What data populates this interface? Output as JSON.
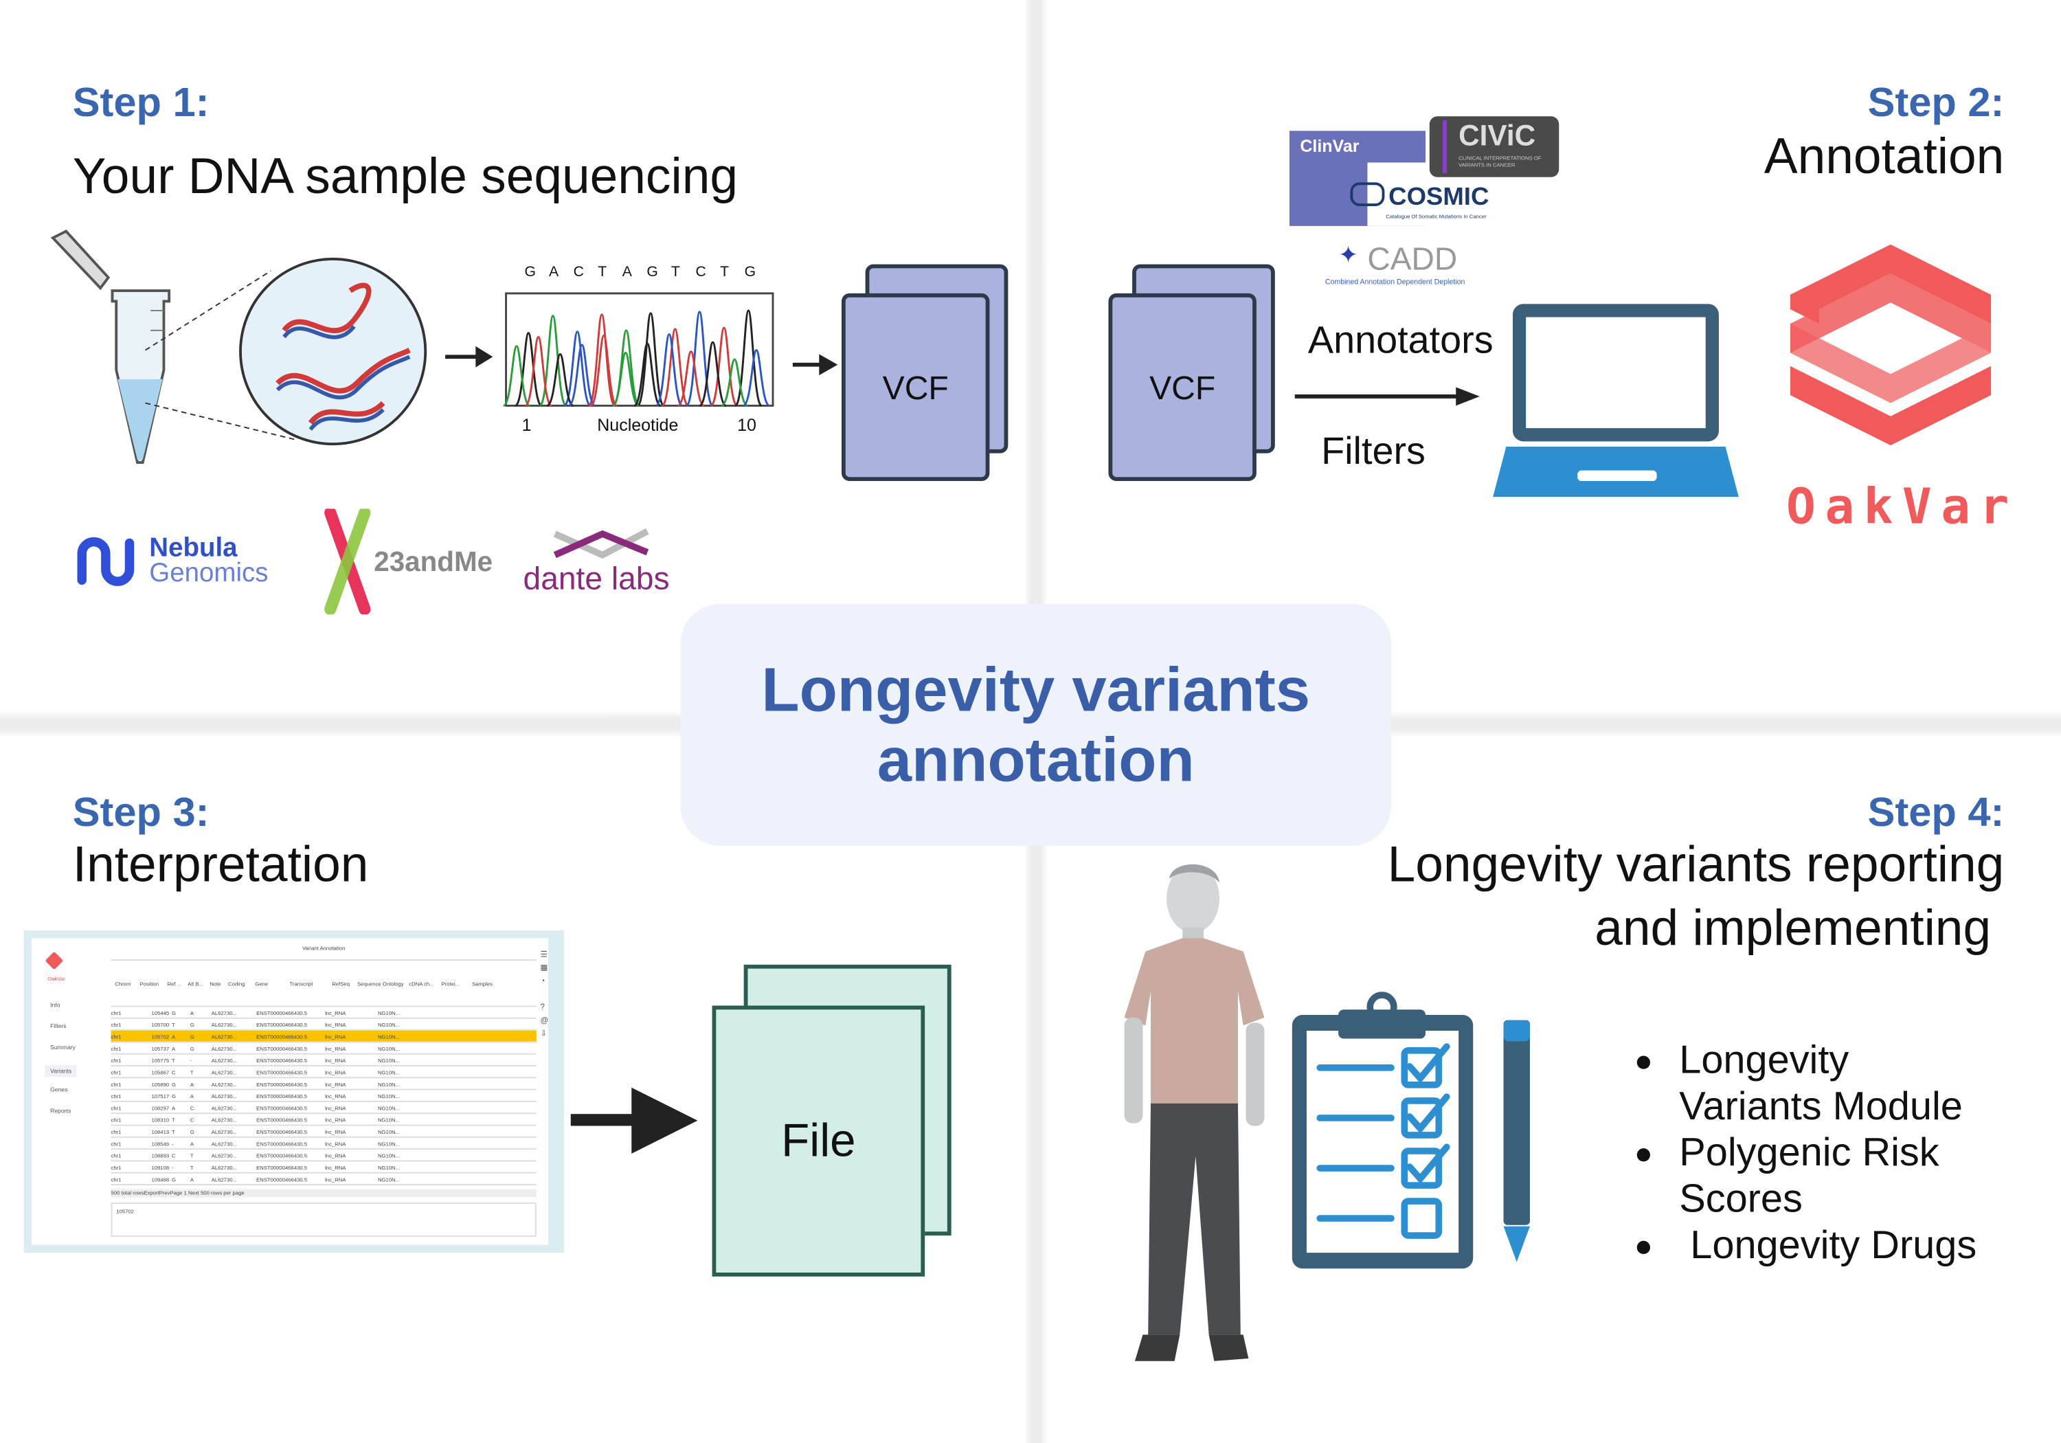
{
  "step1": {
    "label": "Step 1:",
    "title": "Your DNA sample sequencing",
    "chromatogram": {
      "bases": [
        "G",
        "A",
        "C",
        "T",
        "A",
        "G",
        "T",
        "C",
        "T",
        "G"
      ],
      "axis_start": "1",
      "axis_label": "Nucleotide",
      "axis_end": "10"
    },
    "vcf_label": "VCF",
    "providers": {
      "nebula_line1": "Nebula",
      "nebula_line2": "Genomics",
      "twentythree": "23andMe",
      "dante": "dante labs"
    }
  },
  "step2": {
    "label": "Step 2:",
    "title": "Annotation",
    "vcf_label": "VCF",
    "annotators_label": "Annotators",
    "filters_label": "Filters",
    "databases": {
      "clinvar": "ClinVar",
      "civic": "CIViC",
      "civic_sub": "Clinical Interpretations of Variants in Cancer",
      "cosmic": "COSMIC",
      "cosmic_sub": "Catalogue Of Somatic Mutations In Cancer",
      "cadd": "CADD",
      "cadd_sub": "Combined Annotation Dependent Depletion"
    },
    "oakvar_text": "OakVar",
    "oakvar_color": "#f05a5a"
  },
  "center": {
    "line1": "Longevity variants",
    "line2": "annotation",
    "color": "#3a5fa8"
  },
  "step3": {
    "label": "Step 3:",
    "title": "Interpretation",
    "file_label": "File",
    "app": {
      "logo": "OakVar",
      "sidebar": [
        "Info",
        "Filters",
        "Summary",
        "Variants",
        "Genes",
        "Reports"
      ],
      "active": "Variants",
      "table_title": "Variant Annotation",
      "columns": [
        "Chrom",
        "Position",
        "Ref ...",
        "Alt B...",
        "Note",
        "Coding",
        "Gene",
        "Transcript",
        "RefSeq",
        "Sequence Ontology",
        "cDNA ch...",
        "Protei...",
        "Samples"
      ],
      "rows": [
        [
          "chr1",
          "105445",
          "G",
          "A",
          "AL62730...",
          "ENST00000466430.5",
          "lnc_RNA",
          "NG10N..."
        ],
        [
          "chr1",
          "105700",
          "T",
          "G",
          "AL62730...",
          "ENST00000466430.5",
          "lnc_RNA",
          "NG10N..."
        ],
        [
          "chr1",
          "105702",
          "A",
          "G",
          "AL62730...",
          "ENST00000466430.5",
          "lnc_RNA",
          "NG10N..."
        ],
        [
          "chr1",
          "105737",
          "A",
          "G",
          "AL62730...",
          "ENST00000466430.5",
          "lnc_RNA",
          "NG10N..."
        ],
        [
          "chr1",
          "105775",
          "T",
          "-",
          "AL62730...",
          "ENST00000466430.5",
          "lnc_RNA",
          "NG10N..."
        ],
        [
          "chr1",
          "105867",
          "C",
          "T",
          "AL62730...",
          "ENST00000466430.5",
          "lnc_RNA",
          "NG10N..."
        ],
        [
          "chr1",
          "105890",
          "G",
          "A",
          "AL62730...",
          "ENST00000466430.5",
          "lnc_RNA",
          "NG10N..."
        ],
        [
          "chr1",
          "107517",
          "G",
          "A",
          "AL62730...",
          "ENST00000466430.5",
          "lnc_RNA",
          "NG10N..."
        ],
        [
          "chr1",
          "108297",
          "A",
          "C",
          "AL62730...",
          "ENST00000466430.5",
          "lnc_RNA",
          "NG10N..."
        ],
        [
          "chr1",
          "108310",
          "T",
          "C",
          "AL62730...",
          "ENST00000466430.5",
          "lnc_RNA",
          "NG10N..."
        ],
        [
          "chr1",
          "108413",
          "T",
          "G",
          "AL62730...",
          "ENST00000466430.5",
          "lnc_RNA",
          "NG10N..."
        ],
        [
          "chr1",
          "108546",
          "-",
          "A",
          "AL62730...",
          "ENST00000466430.5",
          "lnc_RNA",
          "NG10N..."
        ],
        [
          "chr1",
          "108893",
          "C",
          "T",
          "AL62730...",
          "ENST00000466430.5",
          "lnc_RNA",
          "NG10N..."
        ],
        [
          "chr1",
          "109108",
          "-",
          "T",
          "AL62730...",
          "ENST00000466430.5",
          "lnc_RNA",
          "NG10N..."
        ],
        [
          "chr1",
          "109488",
          "G",
          "A",
          "AL62730...",
          "ENST00000466430.5",
          "lnc_RNA",
          "NG10N..."
        ]
      ],
      "highlight_row": 2,
      "footer": "500 total rowsExportPrevPage 1   Next 500   rows per page",
      "detail_value": "105702"
    }
  },
  "step4": {
    "label": "Step 4:",
    "title_line1": "Longevity variants reporting",
    "title_line2": "and implementing",
    "bullets": [
      {
        "line1": "Longevity",
        "line2": "Variants Module"
      },
      {
        "line1": "Polygenic Risk",
        "line2": "Scores"
      },
      {
        "line1": " Longevity Drugs"
      }
    ]
  }
}
